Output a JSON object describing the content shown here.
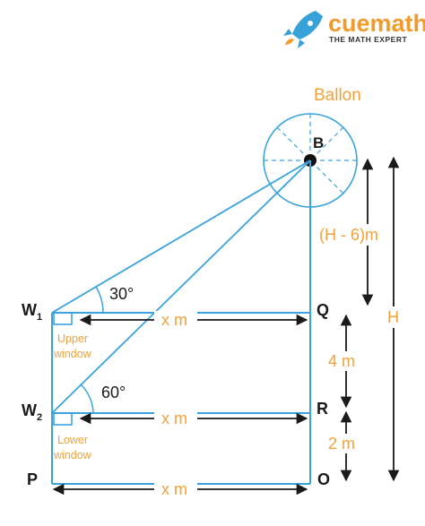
{
  "logo": {
    "brand": "cuemath",
    "tagline": "THE MATH EXPERT",
    "icon": "rocket-icon"
  },
  "labels": {
    "balloon": "Ballon",
    "B": "B",
    "W1_main": "W",
    "W1_sub": "1",
    "W2_main": "W",
    "W2_sub": "2",
    "Q": "Q",
    "R": "R",
    "P": "P",
    "O": "O",
    "angle_upper": "30°",
    "angle_lower": "60°",
    "upper_window_line1": "Upper",
    "upper_window_line2": "window",
    "lower_window_line1": "Lower",
    "lower_window_line2": "window",
    "dist_w1q": "x m",
    "dist_w2r": "x m",
    "dist_po": "x m",
    "height_bq": "(H - 6)m",
    "height_qr": "4 m",
    "height_ro": "2 m",
    "height_total": "H"
  },
  "colors": {
    "line": "#3aa3dc",
    "text_orange": "#f0a23a",
    "text_black": "#1a1a1a",
    "brand_orange": "#f39a2c"
  }
}
